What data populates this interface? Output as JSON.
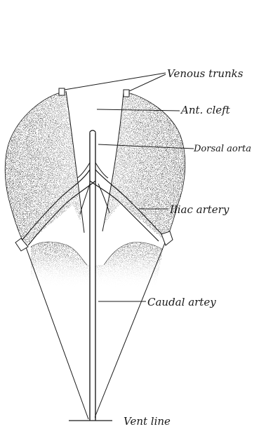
{
  "labels": {
    "venous_trunks": "Venous trunks",
    "ant_cleft": "Ant. cleft",
    "dorsal_aorta": "Dorsal aorta",
    "iliac_artery": "Iliac artery",
    "caudal_artey": "Caudal artey",
    "vent_line": "Vent line"
  },
  "colors": {
    "ink": "#1a1a1a",
    "stipple_dark": "#3a3a3a",
    "paper": "#ffffff"
  }
}
